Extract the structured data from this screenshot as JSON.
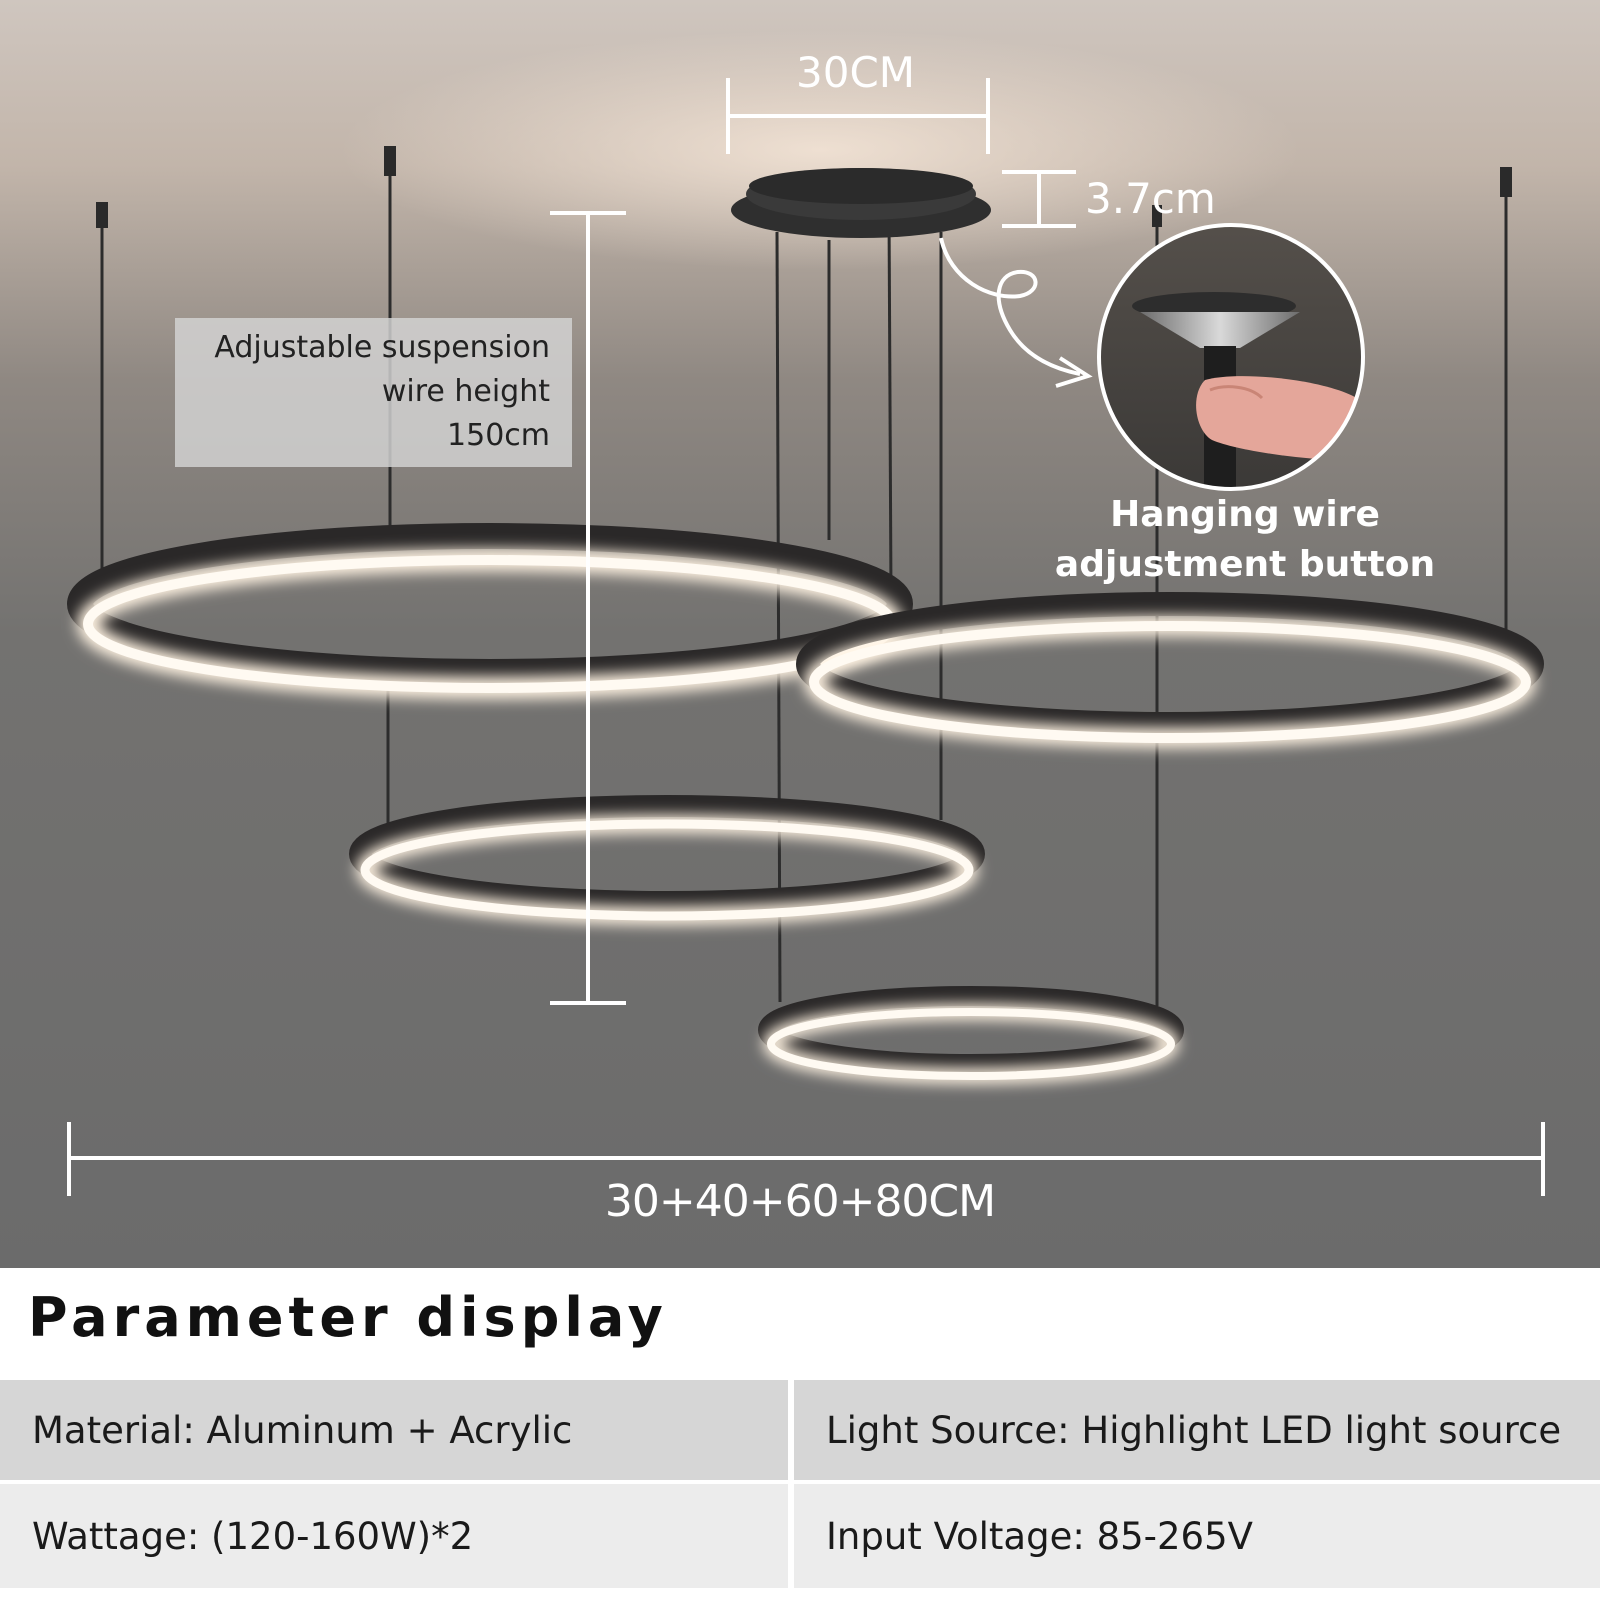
{
  "scene": {
    "top_width_label": "30CM",
    "canopy_height_label": "3.7cm",
    "suspension_note": [
      "Adjustable suspension",
      "wire height",
      "150cm"
    ],
    "button_caption": [
      "Hanging wire",
      "adjustment button"
    ],
    "total_width_label": "30+40+60+80CM",
    "rings": [
      "ring-80cm",
      "ring-60cm",
      "ring-40cm",
      "ring-30cm"
    ]
  },
  "parameters": {
    "title": "Parameter display",
    "material": "Material: Aluminum + Acrylic",
    "light_source": "Light Source: Highlight LED light source",
    "wattage": "Wattage: (120-160W)*2",
    "input_voltage": "Input Voltage: 85-265V"
  }
}
